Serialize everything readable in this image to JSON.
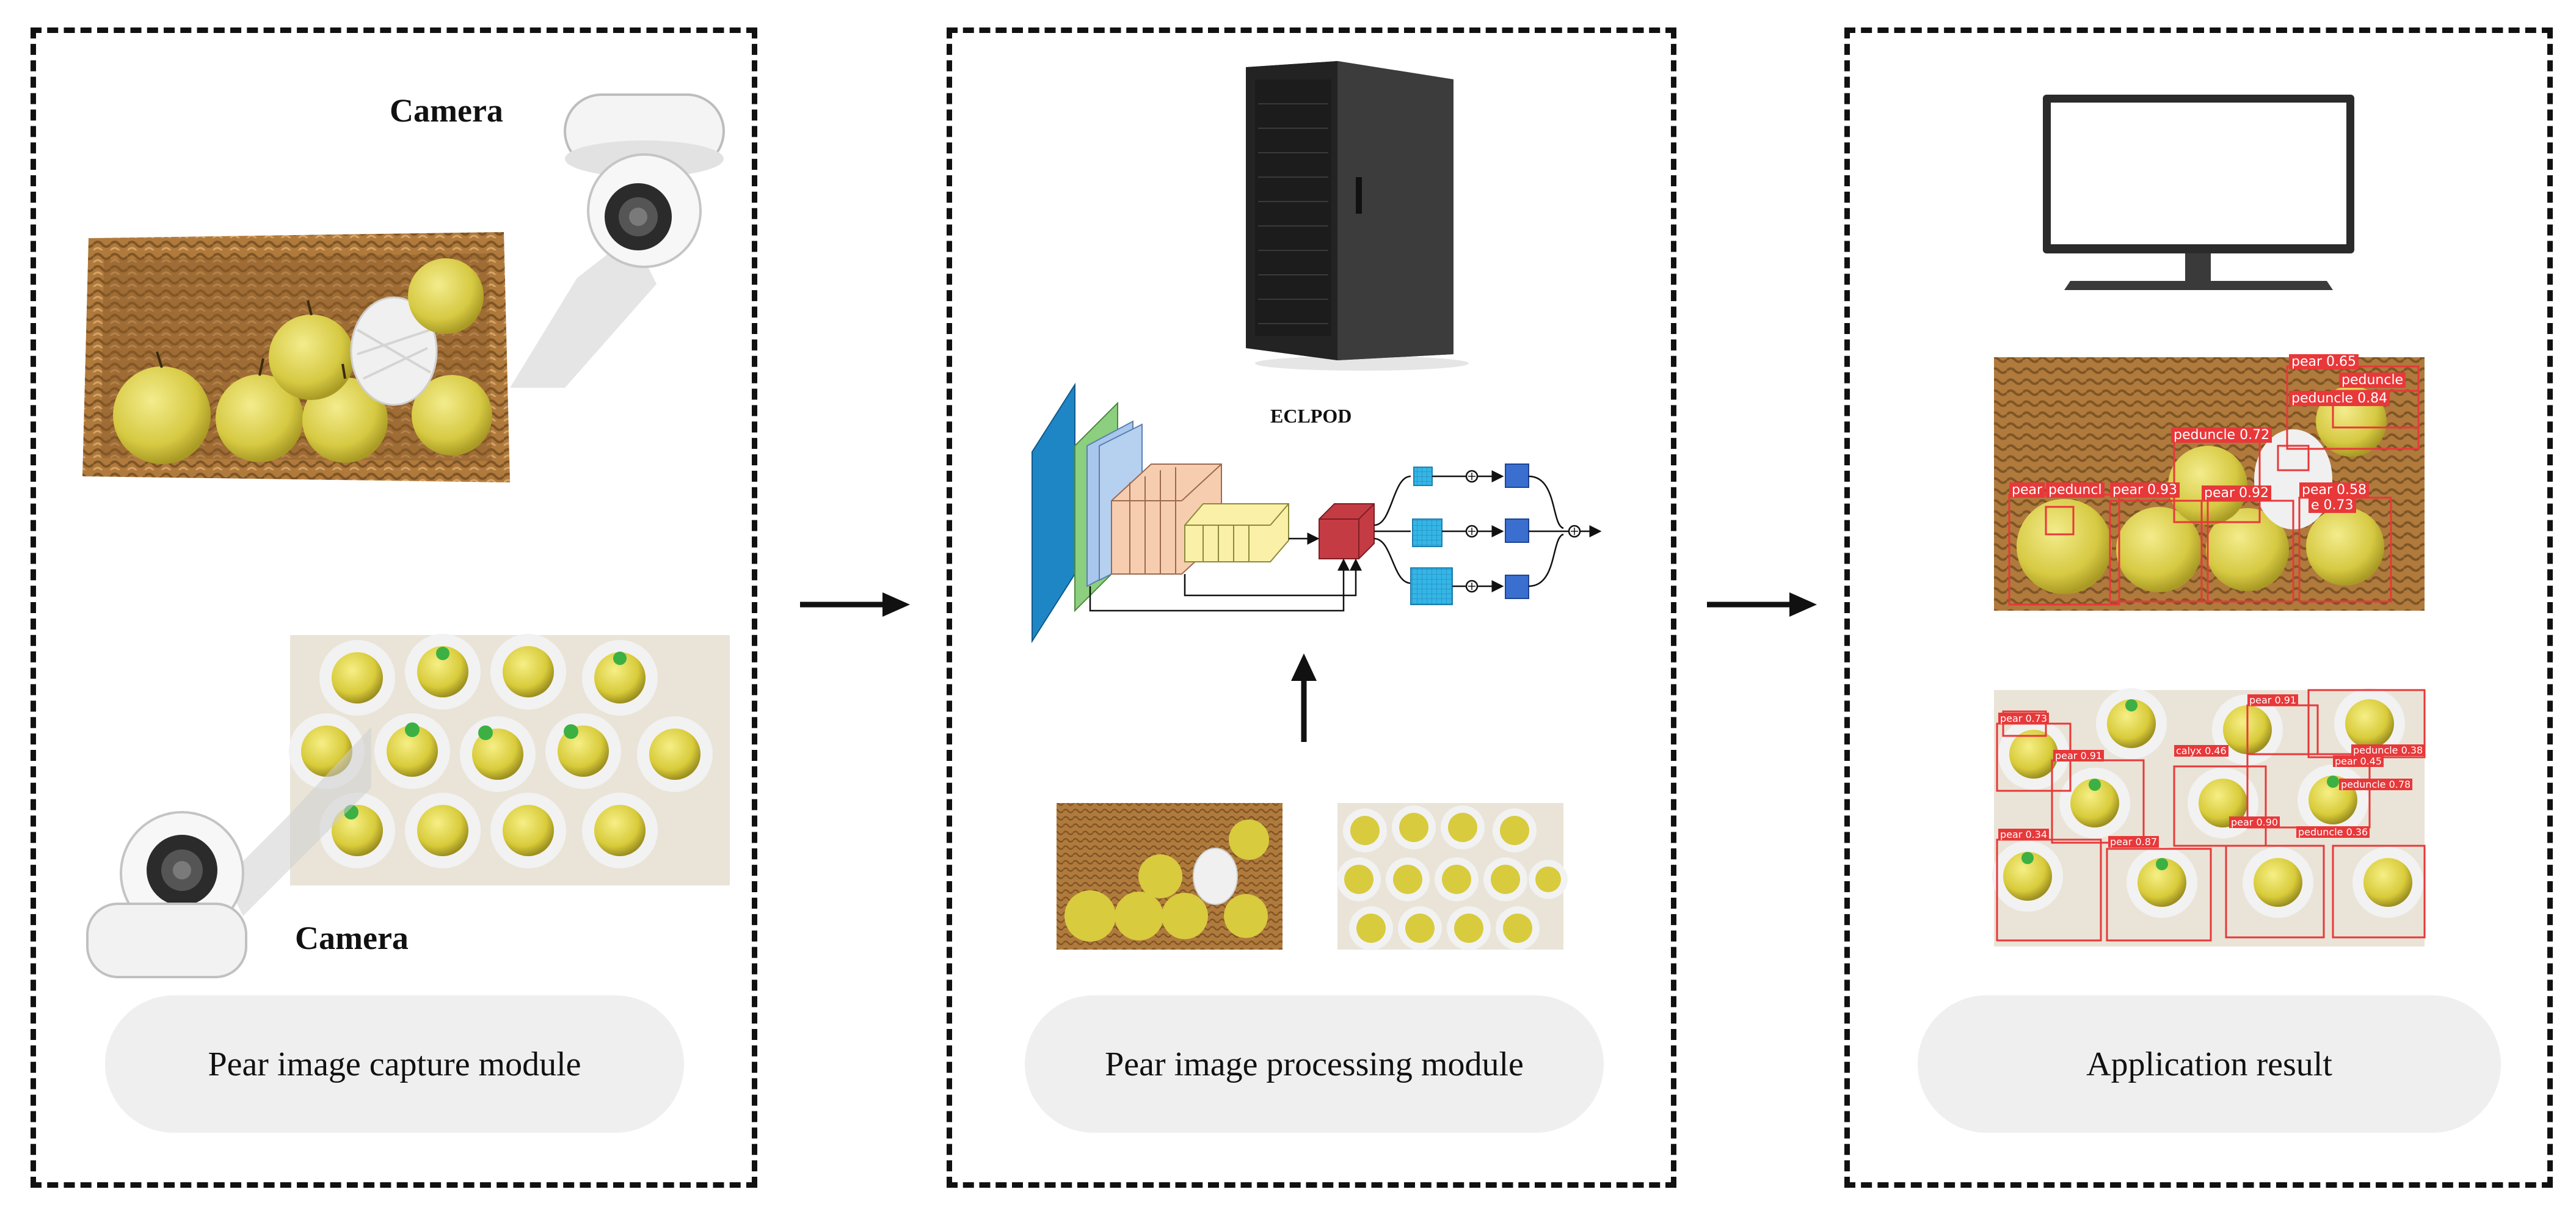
{
  "capture_panel": {
    "camera_top_label": "Camera",
    "camera_bottom_label": "Camera",
    "module_label": "Pear image capture module"
  },
  "processing_panel": {
    "model_label": "ECLPOD",
    "module_label": "Pear image processing module"
  },
  "result_panel": {
    "module_label": "Application result",
    "detections_basket": [
      {
        "text": "pear 0.65"
      },
      {
        "text": "peduncle"
      },
      {
        "text": "peduncle 0.84"
      },
      {
        "text": "peduncle 0.72"
      },
      {
        "text": "pear"
      },
      {
        "text": "peduncl"
      },
      {
        "text": "pear 0.93"
      },
      {
        "text": "pear 0.92"
      },
      {
        "text": "pear 0.58"
      },
      {
        "text": "e 0.73"
      }
    ],
    "detections_mesh": [
      {
        "text": "pear 0.73"
      },
      {
        "text": "pear 0.91"
      },
      {
        "text": "pear 0.45"
      },
      {
        "text": "peduncle 0.78"
      },
      {
        "text": "pear 0.90"
      },
      {
        "text": "peduncle 0.36"
      },
      {
        "text": "pear 0.34"
      },
      {
        "text": "pear 0.87"
      },
      {
        "text": "calyx 0.46"
      },
      {
        "text": "pear 0.91"
      },
      {
        "text": "peduncle 0.38"
      }
    ]
  },
  "colors": {
    "border": "#111111",
    "label_bg": "#efefef",
    "basket": "#b07a3c",
    "pear": "#d8cc4a",
    "detection": "#e8383a",
    "net": "#f2f2f2",
    "tag": "#3cb043"
  }
}
